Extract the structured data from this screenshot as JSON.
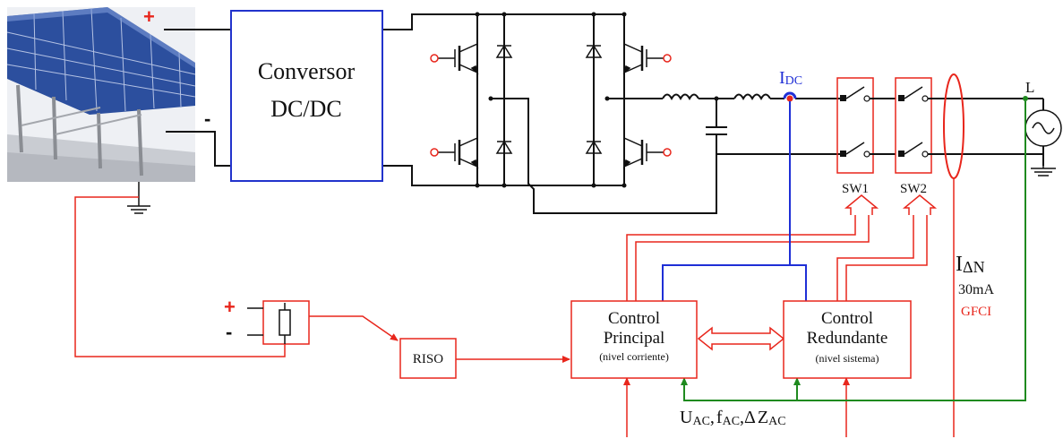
{
  "colors": {
    "power_wiring": "#111111",
    "control_wiring": "#e8261c",
    "current_sense": "#1f2fd6",
    "grid_sense": "#1f8a1f",
    "converter_border": "#2233cc",
    "panel_sky": "#f4f4f6",
    "panel_cell": "#2c4f9e"
  },
  "pv_array": {
    "plus_label": "+",
    "minus_label": "-"
  },
  "converter": {
    "line1": "Conversor",
    "line2": "DC/DC"
  },
  "sensor": {
    "label_main": "I",
    "label_sub": "DC"
  },
  "switches": {
    "sw1": "SW1",
    "sw2": "SW2"
  },
  "grid": {
    "line_label": "L"
  },
  "gfci": {
    "label_main": "I",
    "label_sub": "ΔN",
    "rating": "30mA",
    "name": "GFCI"
  },
  "insulation_monitor": {
    "plus_label": "+",
    "minus_label": "-"
  },
  "riso": {
    "label": "RISO"
  },
  "control_principal": {
    "line1": "Control",
    "line2": "Principal",
    "note": "(nivel corriente)"
  },
  "control_redundante": {
    "line1": "Control",
    "line2": "Redundante",
    "note": "(nivel sistema)"
  },
  "grid_measurements": {
    "u": "U",
    "u_sub": "AC",
    "sep1": ",",
    "f": "f",
    "f_sub": "AC",
    "sep2": ",",
    "delta": "Δ",
    "z": "Z",
    "z_sub": "AC"
  }
}
